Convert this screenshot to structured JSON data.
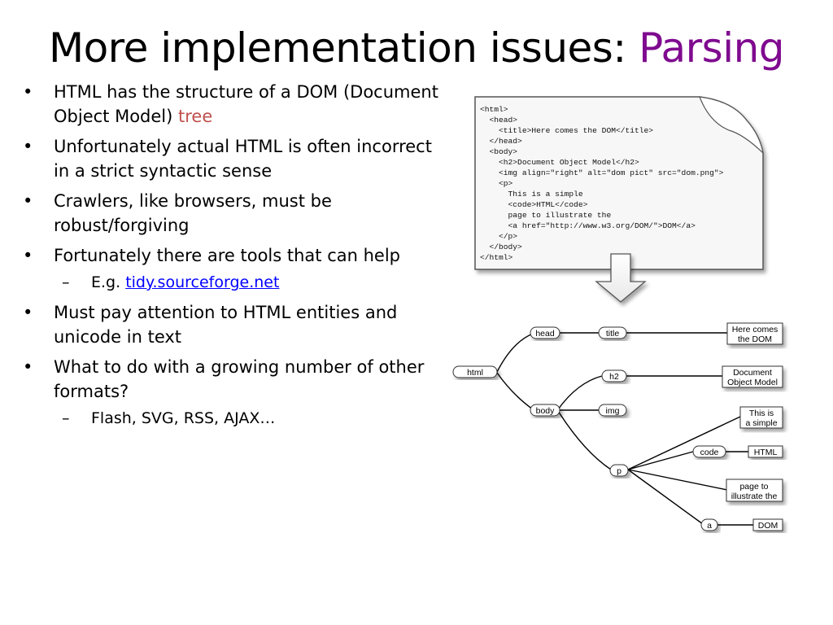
{
  "slide": {
    "title_main": "More implementation issues: ",
    "title_accent": "Parsing"
  },
  "bullets": {
    "b1_prefix": "HTML has the structure of a DOM (Document Object Model) ",
    "b1_highlight": "tree",
    "b2": "Unfortunately actual HTML is often incorrect in a strict syntactic sense",
    "b3": "Crawlers, like browsers, must be robust/forgiving",
    "b4": "Fortunately there are tools that can help",
    "b4_sub_prefix": "E.g. ",
    "b4_sub_link": "tidy.sourceforge.net",
    "b5": "Must pay attention to HTML entities and unicode in text",
    "b6": "What to do with a growing number of other formats?",
    "b6_sub": "Flash, SVG, RSS, AJAX…"
  },
  "code_lines": [
    "<html>",
    "  <head>",
    "    <title>Here comes the DOM</title>",
    "  </head>",
    "  <body>",
    "    <h2>Document Object Model</h2>",
    "    <img align=\"right\" alt=\"dom pict\" src=\"dom.png\">",
    "    <p>",
    "      This is a simple",
    "      <code>HTML</code>",
    "      page to illustrate the",
    "      <a href=\"http://www.w3.org/DOM/\">DOM</a>",
    "    </p>",
    "  </body>",
    "</html>"
  ],
  "tree": {
    "html": "html",
    "head": "head",
    "body": "body",
    "title": "title",
    "h2": "h2",
    "img": "img",
    "p": "p",
    "code": "code",
    "a": "a",
    "text_title_1": "Here comes",
    "text_title_2": "the DOM",
    "text_h2_1": "Document",
    "text_h2_2": "Object Model",
    "text_p_1": "This is",
    "text_p_2": "a simple",
    "text_code": "HTML",
    "text_p_3": "page to",
    "text_p_4": "illustrate the",
    "text_a": "DOM"
  }
}
